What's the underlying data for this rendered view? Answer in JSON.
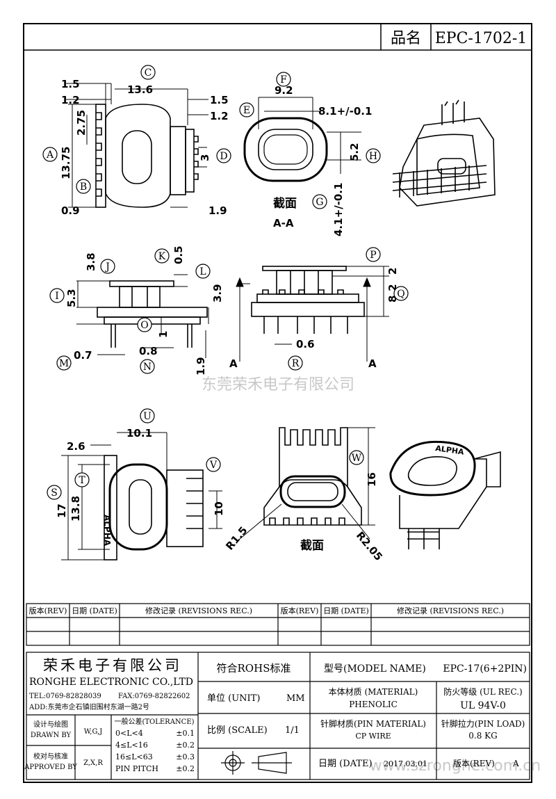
{
  "header": {
    "pn_label": "品名",
    "pn_value": "EPC-1702-1"
  },
  "dims": {
    "c_w1": "1.5",
    "c_w2": "13.6",
    "c_w3": "1.2",
    "c_w4": "2.75",
    "c_w5": "13.75",
    "c_w6": "1.5",
    "c_w7": "1.2",
    "c_w8": "3",
    "c_w9": "0.9",
    "c_w10": "1.9",
    "f_w": "9.2",
    "f_e": "8.1+/-0.1",
    "f_h": "5.2",
    "f_g": "4.1+/-0.1",
    "sec_title": "截面",
    "sec_aa": "A-A",
    "j_38": "3.8",
    "k_05": "0.5",
    "i_53": "5.3",
    "l_39": "3.9",
    "o_1": "1",
    "m_07": "0.7",
    "n_08": "0.8",
    "n_19": "1.9",
    "p_2": "2",
    "q_82": "8.2",
    "r_06": "0.6",
    "a_left": "A",
    "a_right": "A",
    "u_26": "2.6",
    "u_101": "10.1",
    "s_17": "17",
    "t_138": "13.8",
    "v_10": "10",
    "w_16": "16",
    "r15": "R1.5",
    "r205": "R2.05",
    "sec2_title": "截面",
    "alpha": "ALPHA"
  },
  "circle_labels": [
    "C",
    "F",
    "E",
    "A",
    "D",
    "H",
    "B",
    "G",
    "K",
    "J",
    "I",
    "L",
    "O",
    "M",
    "N",
    "P",
    "Q",
    "R",
    "U",
    "V",
    "S",
    "T",
    "W"
  ],
  "watermark": "东莞荣禾电子有限公司",
  "watermark2": "www.szronghe.com.cn",
  "revisions": {
    "h_rev": "版本(REV)",
    "h_date": "日期 (DATE)",
    "h_rec": "修改记录 (REVISIONS REC.)",
    "h_rev2": "版本(REV)",
    "h_date2": "日期 (DATE)",
    "h_rec2": "修改记录 (REVISIONS REC.)"
  },
  "title_block": {
    "company_cn": "荣禾电子有限公司",
    "company_en": "RONGHE ELECTRONIC CO.,LTD",
    "tel": "TEL:0769-82828039",
    "fax": "FAX:0769-82822602",
    "addr": "ADD:东莞市企石镇旧围村东湖一路2号",
    "rohs": "符合ROHS标准",
    "model_label": "型号(MODEL NAME)",
    "model_value": "EPC-17(6+2PIN)",
    "unit_label": "单位 (UNIT)",
    "unit_value": "MM",
    "mat_label": "本体材质 (MATERIAL)",
    "mat_value": "PHENOLIC",
    "ul_label": "防火等级 (UL REC.)",
    "ul_value": "UL 94V-0",
    "drawn_cn": "设计与绘图",
    "drawn_en": "DRAWN BY",
    "drawn_val": "W,G,J",
    "tol_title": "一般公差(TOLERANCE)",
    "tol": [
      {
        "range": "0<L<4",
        "val": "±0.1"
      },
      {
        "range": "4≤L<16",
        "val": "±0.2"
      },
      {
        "range": "16≤L<63",
        "val": "±0.3"
      },
      {
        "range": "PIN PITCH",
        "val": "±0.2"
      }
    ],
    "scale_label": "比例 (SCALE)",
    "scale_value": "1/1",
    "pinmat_label": "针脚材质(PIN MATERIAL)",
    "pinmat_value": "CP WIRE",
    "pinload_label": "针脚拉力(PIN LOAD)",
    "pinload_value": "0.8 KG",
    "appr_cn": "校对与核准",
    "appr_en": "APPROVED BY",
    "appr_val": "Z,X,R",
    "date_label": "日期 (DATE)",
    "date_value": "2017.03.01",
    "rev_label": "版本(REV)",
    "rev_value": "A"
  }
}
